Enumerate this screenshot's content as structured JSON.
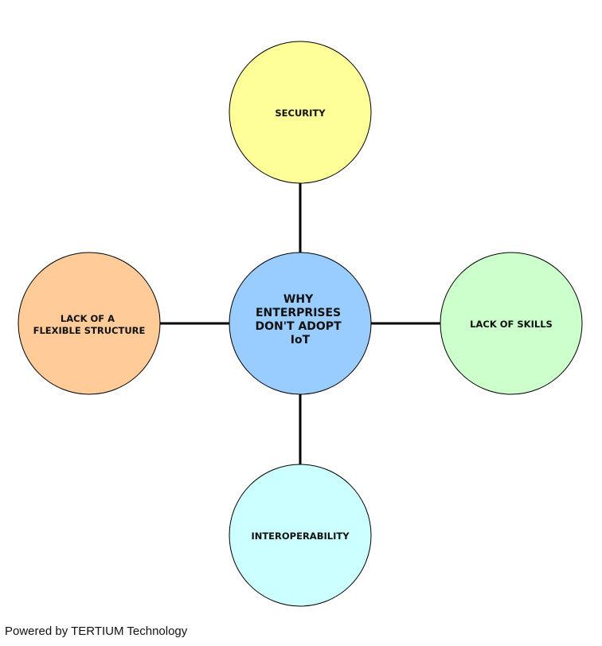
{
  "center": {
    "lines": [
      "WHY",
      "ENTERPRISES",
      "DON'T ADOPT",
      "IoT"
    ],
    "color": "#99ccff"
  },
  "nodes": [
    {
      "key": "top",
      "lines": [
        "SECURITY"
      ],
      "color": "#ffff99"
    },
    {
      "key": "right",
      "lines": [
        "LACK OF SKILLS"
      ],
      "color": "#ccffcc"
    },
    {
      "key": "bottom",
      "lines": [
        "INTEROPERABILITY"
      ],
      "color": "#ccffff"
    },
    {
      "key": "left",
      "lines": [
        "LACK OF A",
        "FLEXIBLE STRUCTURE"
      ],
      "color": "#ffcc99"
    }
  ],
  "footer": {
    "text": "Powered by TERTIUM Technology"
  }
}
